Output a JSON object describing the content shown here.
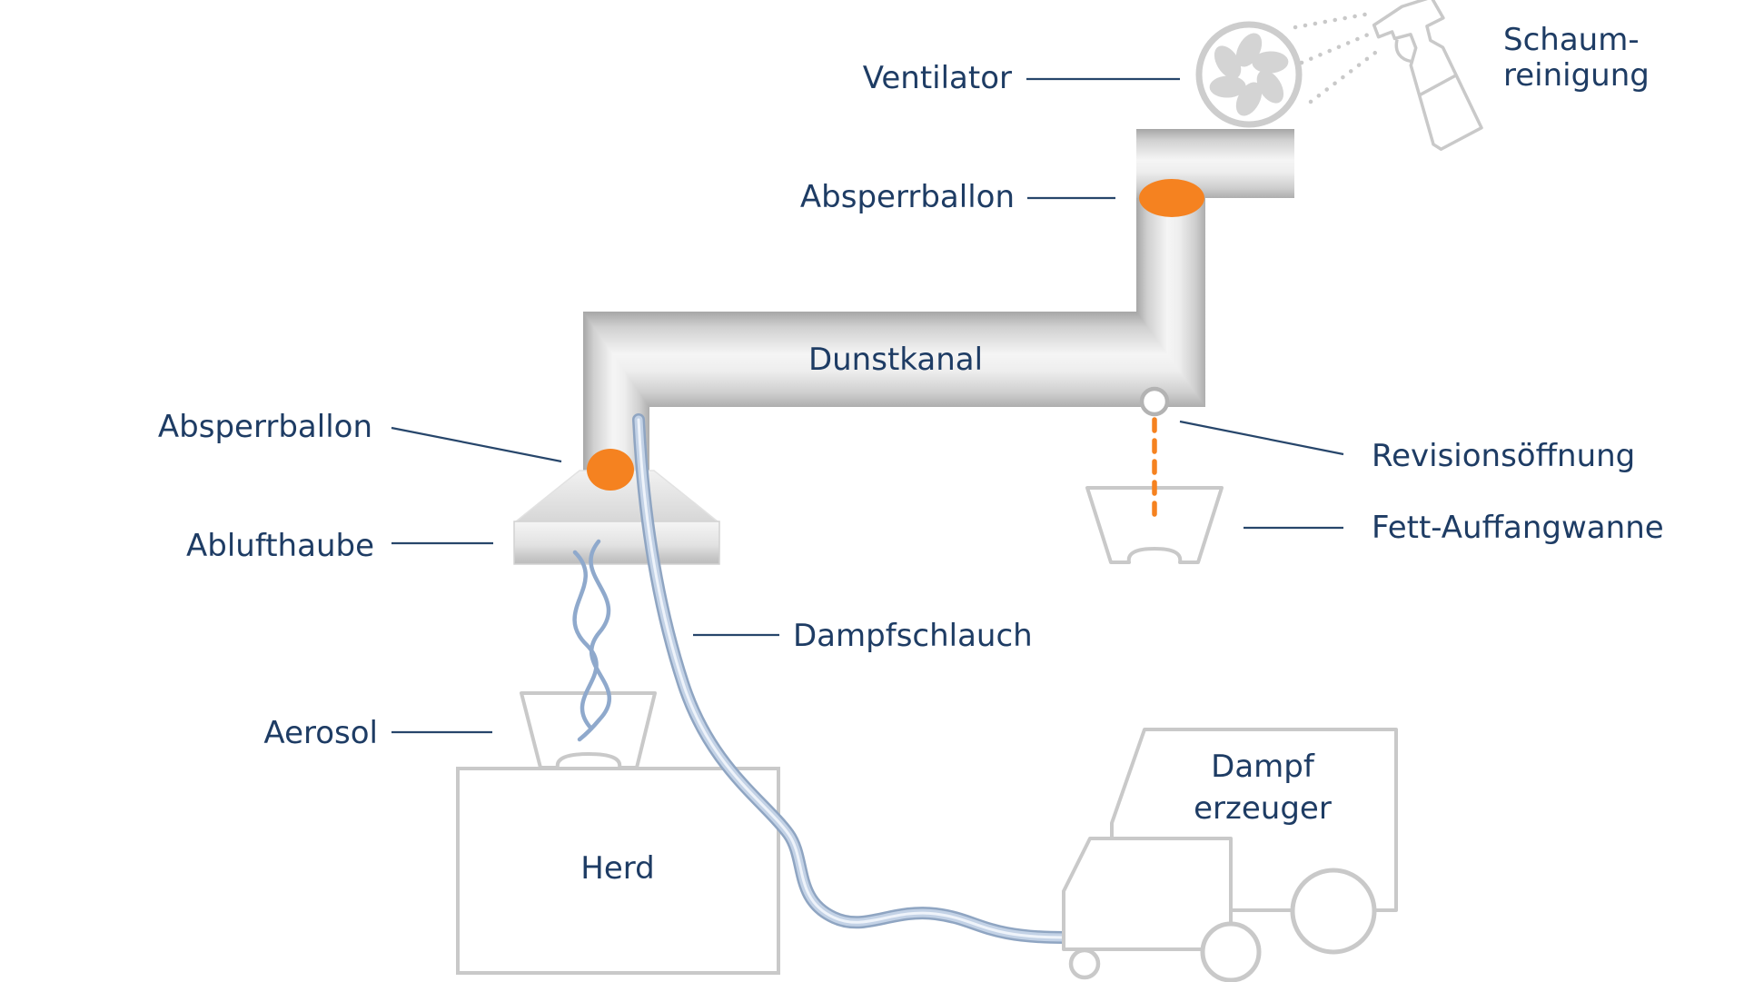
{
  "diagram": {
    "labels": {
      "ventilator": "Ventilator",
      "schaumreinigung_line1": "Schaum-",
      "schaumreinigung_line2": "reinigung",
      "absperrballon_top": "Absperrballon",
      "dunstkanal": "Dunstkanal",
      "absperrballon_left": "Absperrballon",
      "ablufthaube": "Ablufthaube",
      "revisionsoeffnung": "Revisionsöffnung",
      "fett_auffangwanne": "Fett-Auffangwanne",
      "dampfschlauch": "Dampfschlauch",
      "aerosol": "Aerosol",
      "herd": "Herd",
      "dampferzeuger_line1": "Dampf",
      "dampferzeuger_line2": "erzeuger"
    },
    "colors": {
      "label_text": "#1e3c64",
      "pointer_line": "#27466b",
      "accent_orange": "#f58220",
      "duct_gray": "#d9d9d9",
      "outline_gray": "#c9c9c9",
      "hose_blue": "#8fa5c2",
      "steam_blue": "#8fa9cc"
    }
  }
}
